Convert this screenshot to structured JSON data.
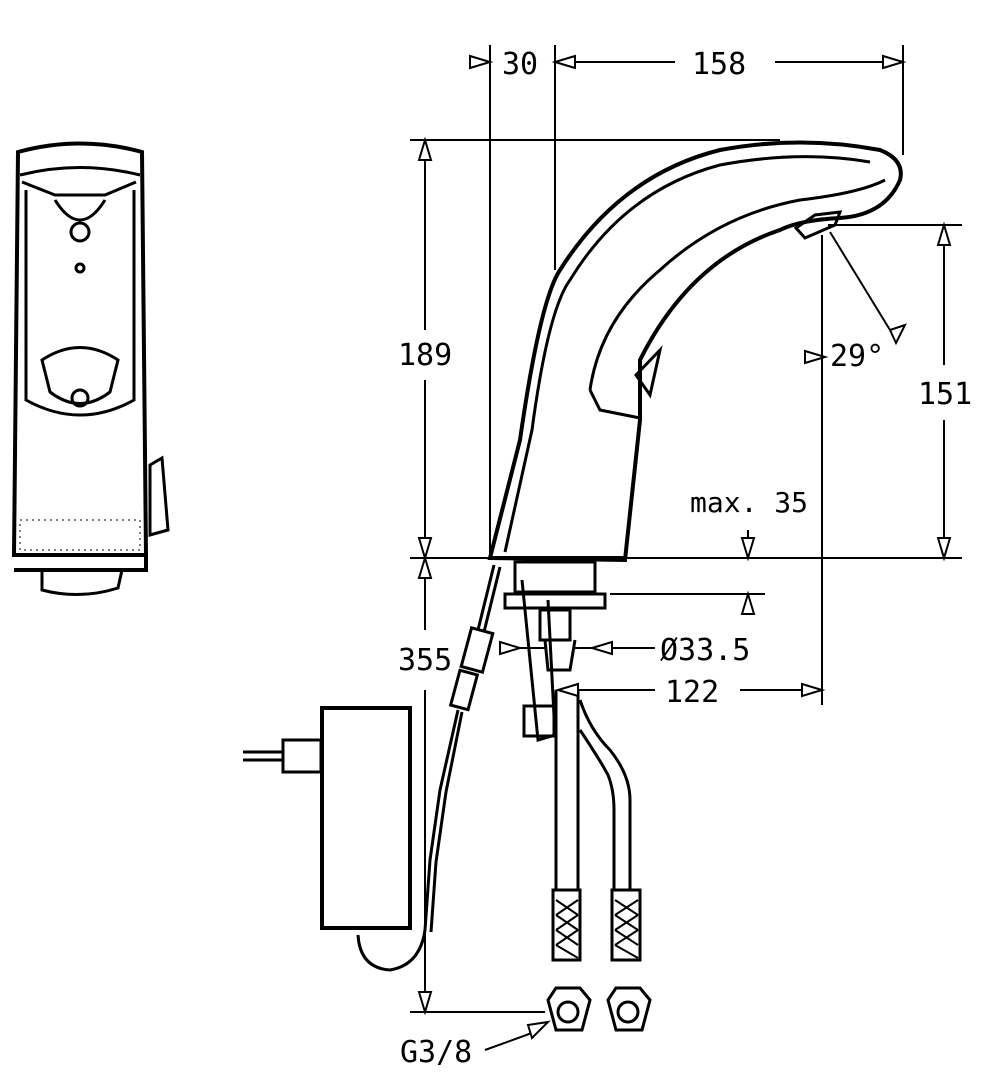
{
  "dimensions": {
    "overhang": "30",
    "reach": "158",
    "height": "189",
    "outlet_height": "151",
    "spray_angle": "29°",
    "deck_thickness": "max. 35",
    "hole_diameter": "Ø33.5",
    "depth_total": "355",
    "offset": "122",
    "thread": "G3/8"
  },
  "colors": {
    "line": "#000000",
    "background": "#ffffff"
  }
}
